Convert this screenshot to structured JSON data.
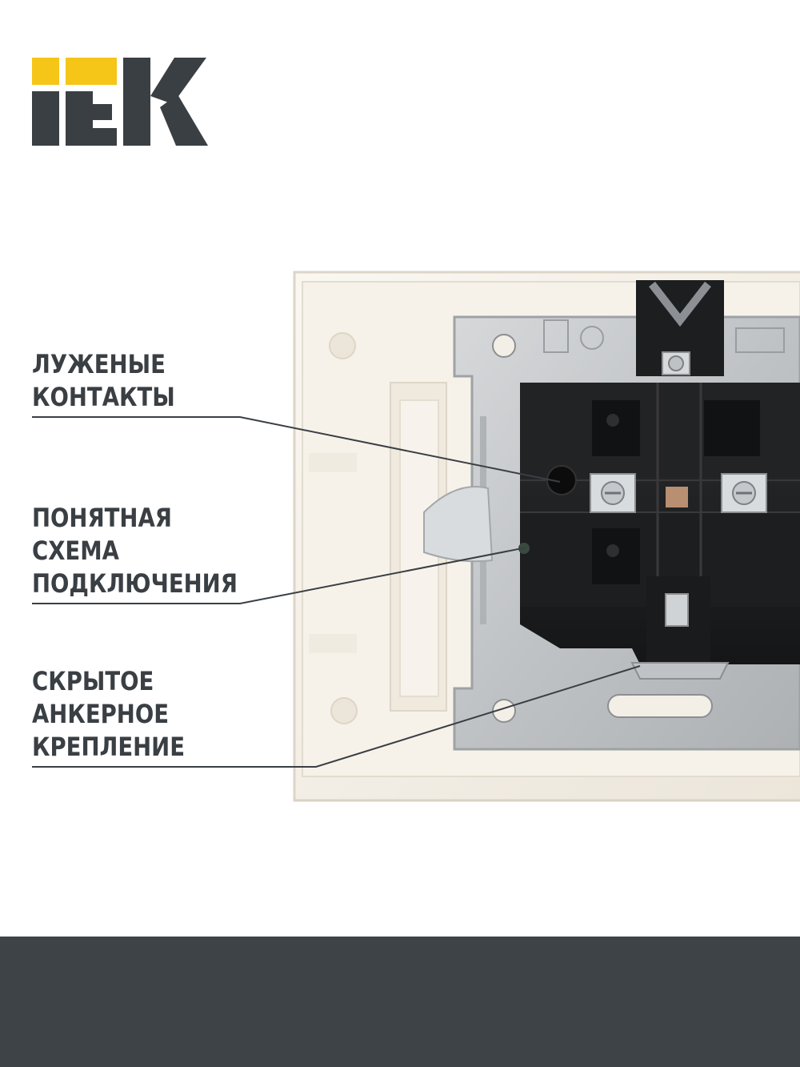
{
  "brand": {
    "logo_text": "IEK",
    "yellow": "#f5c518",
    "dark": "#3a3f44"
  },
  "callouts": [
    {
      "lines": [
        "ЛУЖЕНЫЕ",
        "КОНТАКТЫ"
      ]
    },
    {
      "lines": [
        "ПОНЯТНАЯ",
        "СХЕМА",
        "ПОДКЛЮЧЕНИЯ"
      ]
    },
    {
      "lines": [
        "СКРЫТОЕ",
        "АНКЕРНОЕ",
        "КРЕПЛЕНИЕ"
      ]
    }
  ],
  "colors": {
    "footer": "#3d4347",
    "frame": "#f4f0e8",
    "metal": "#c9ccce",
    "block": "#1f2022"
  }
}
